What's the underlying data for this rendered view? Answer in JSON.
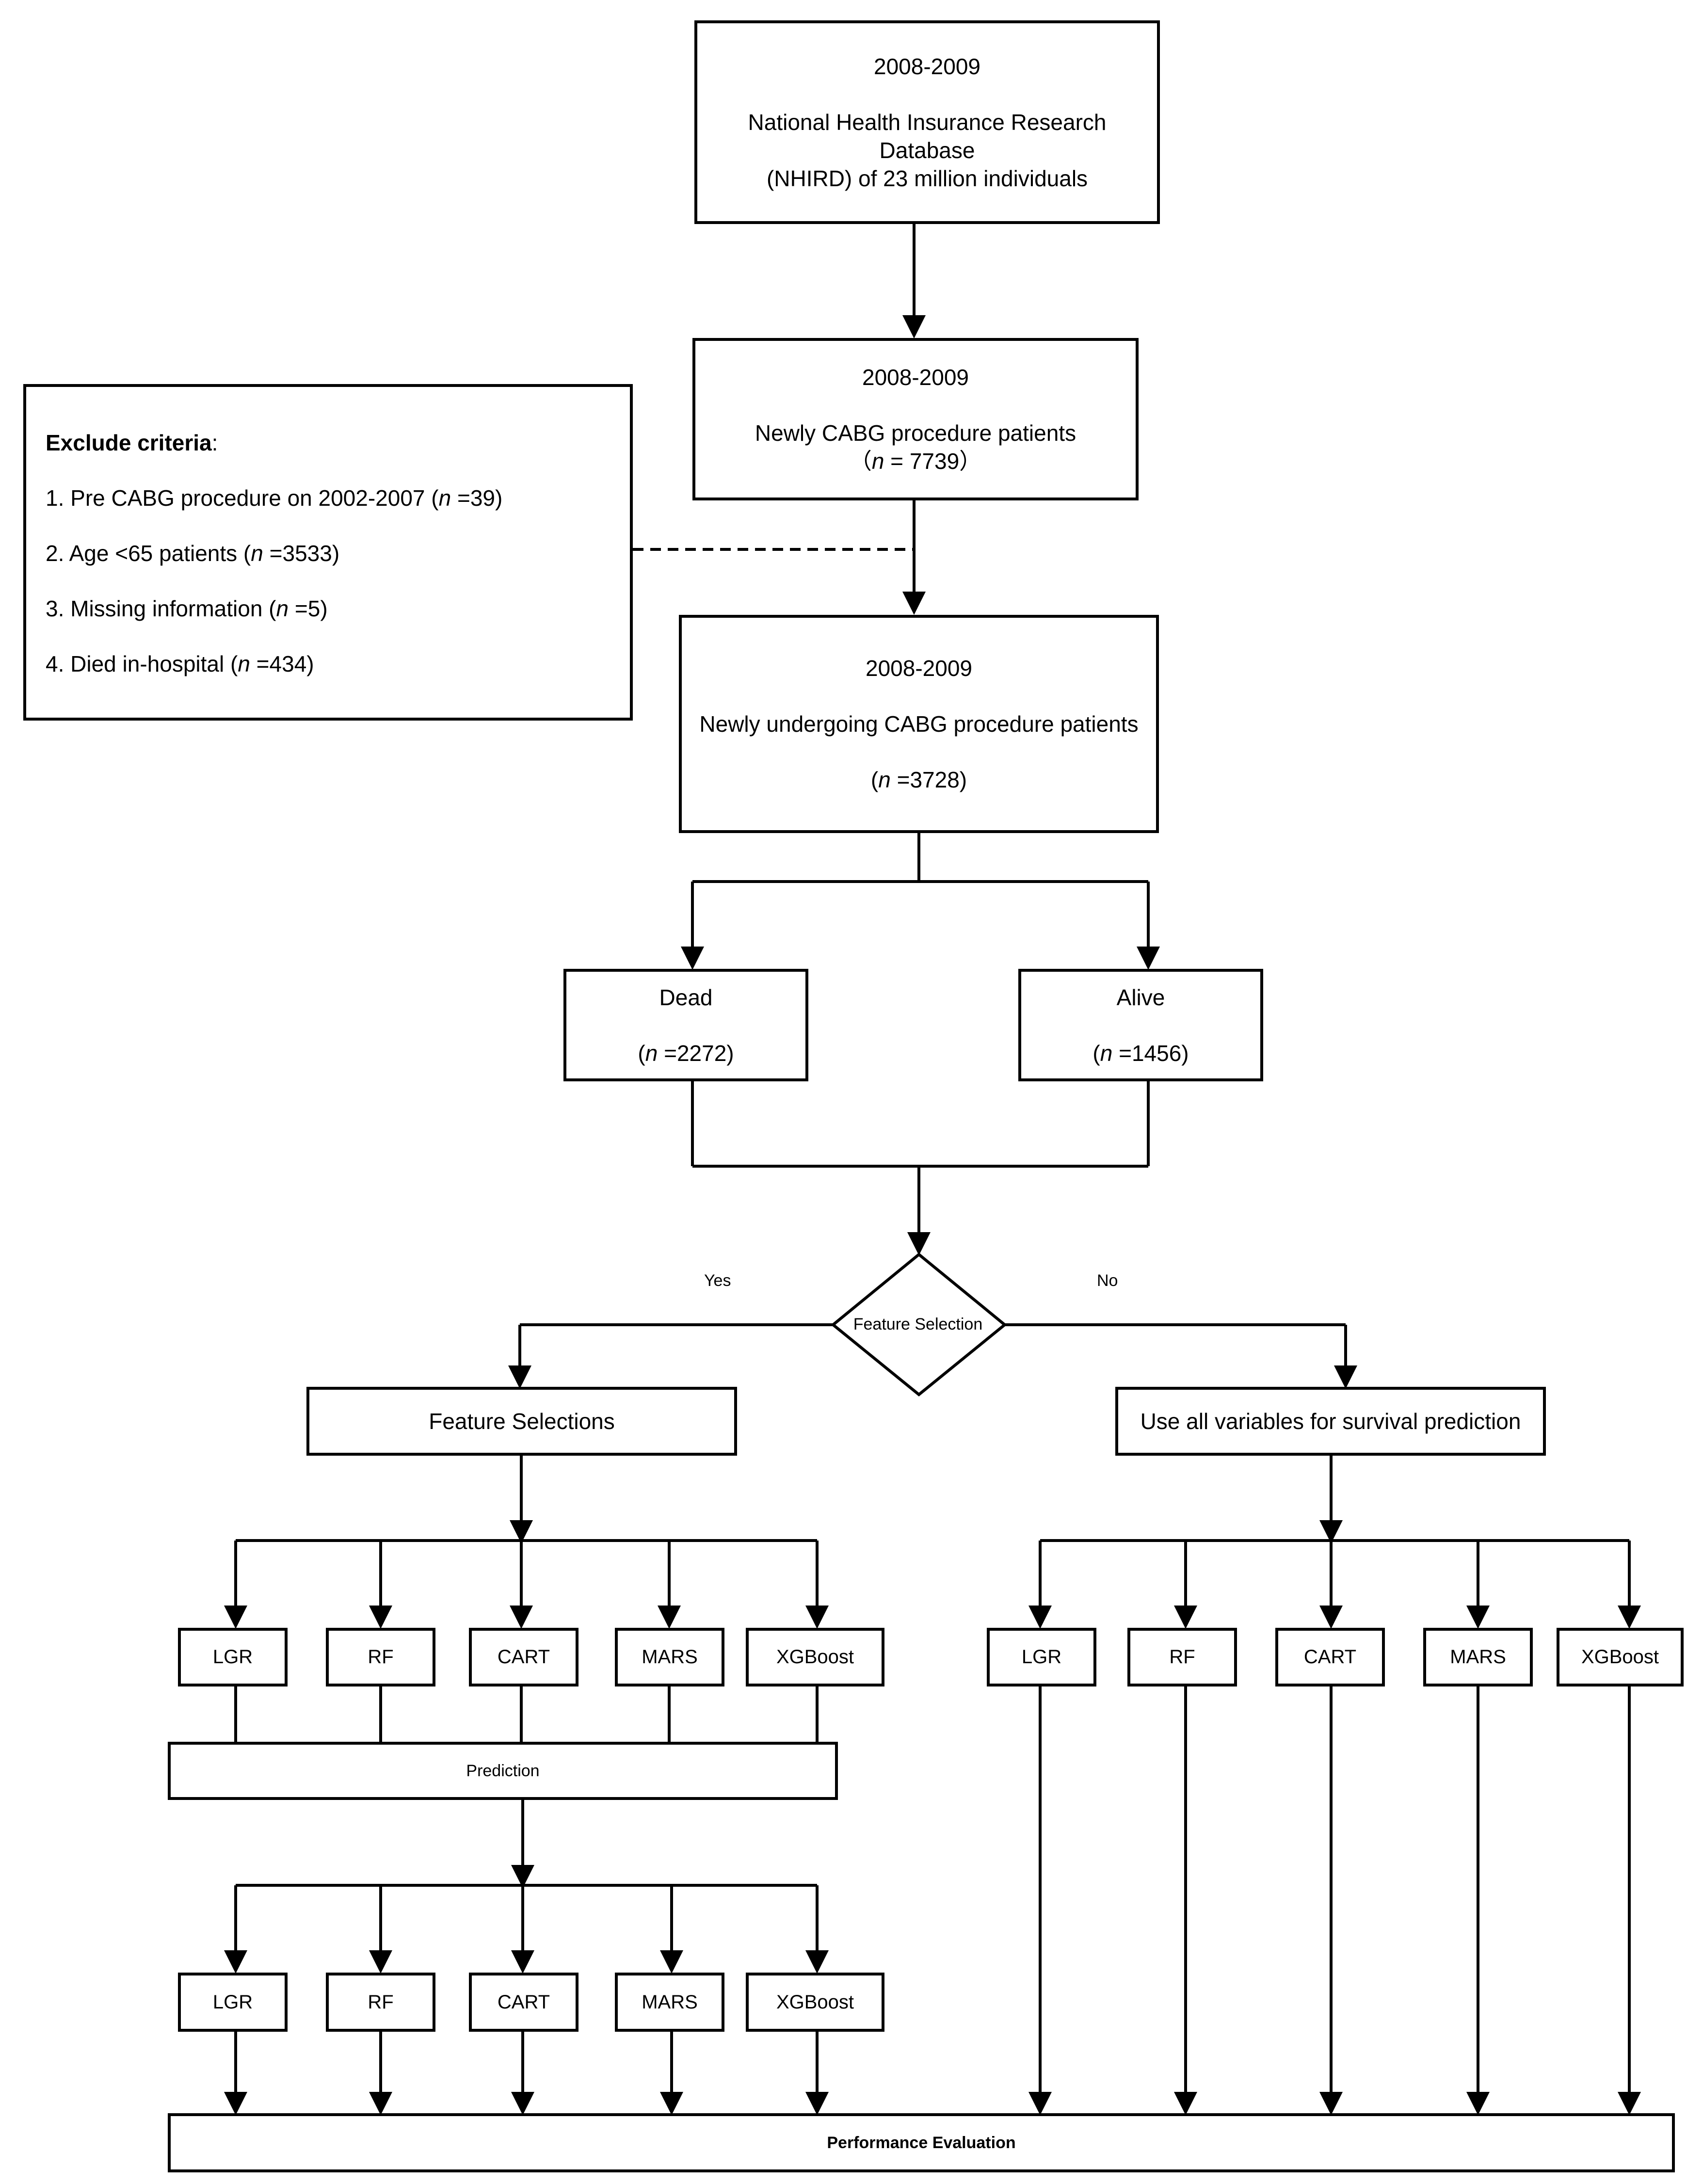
{
  "nodes": {
    "database": {
      "year": "2008-2009",
      "line1": "National Health Insurance Research Database",
      "line2": "(NHIRD) of 23 million individuals"
    },
    "newly_cabg": {
      "year": "2008-2009",
      "line1": "Newly CABG procedure patients",
      "n_prefix": "（",
      "n_italic": "n",
      "n_value": " = 7739）"
    },
    "undergoing": {
      "year": "2008-2009",
      "line1": "Newly undergoing CABG procedure patients",
      "n_prefix": "(",
      "n_italic": "n",
      "n_value": " =3728)"
    },
    "dead": {
      "title": "Dead",
      "n_prefix": "(",
      "n_italic": "n",
      "n_value": " =2272)"
    },
    "alive": {
      "title": "Alive",
      "n_prefix": "(",
      "n_italic": "n",
      "n_value": " =1456)"
    },
    "decision": {
      "label": "Feature Selection",
      "yes": "Yes",
      "no": "No"
    },
    "feature_selections": {
      "label": "Feature Selections"
    },
    "use_all": {
      "label": "Use all variables for survival prediction"
    },
    "prediction": {
      "label": "Prediction"
    },
    "performance": {
      "label": "Performance Evaluation"
    }
  },
  "exclude": {
    "title": "Exclude criteria",
    "colon": ":",
    "items": [
      {
        "text": "1. Pre CABG procedure on 2002-2007 (",
        "n": "n",
        "val": " =39)"
      },
      {
        "text": "2. Age <65 patients (",
        "n": "n",
        "val": " =3533)"
      },
      {
        "text": "3. Missing information (",
        "n": "n",
        "val": " =5)"
      },
      {
        "text": "4. Died in-hospital (",
        "n": "n",
        "val": " =434)"
      }
    ]
  },
  "models": [
    "LGR",
    "RF",
    "CART",
    "MARS",
    "XGBoost"
  ]
}
